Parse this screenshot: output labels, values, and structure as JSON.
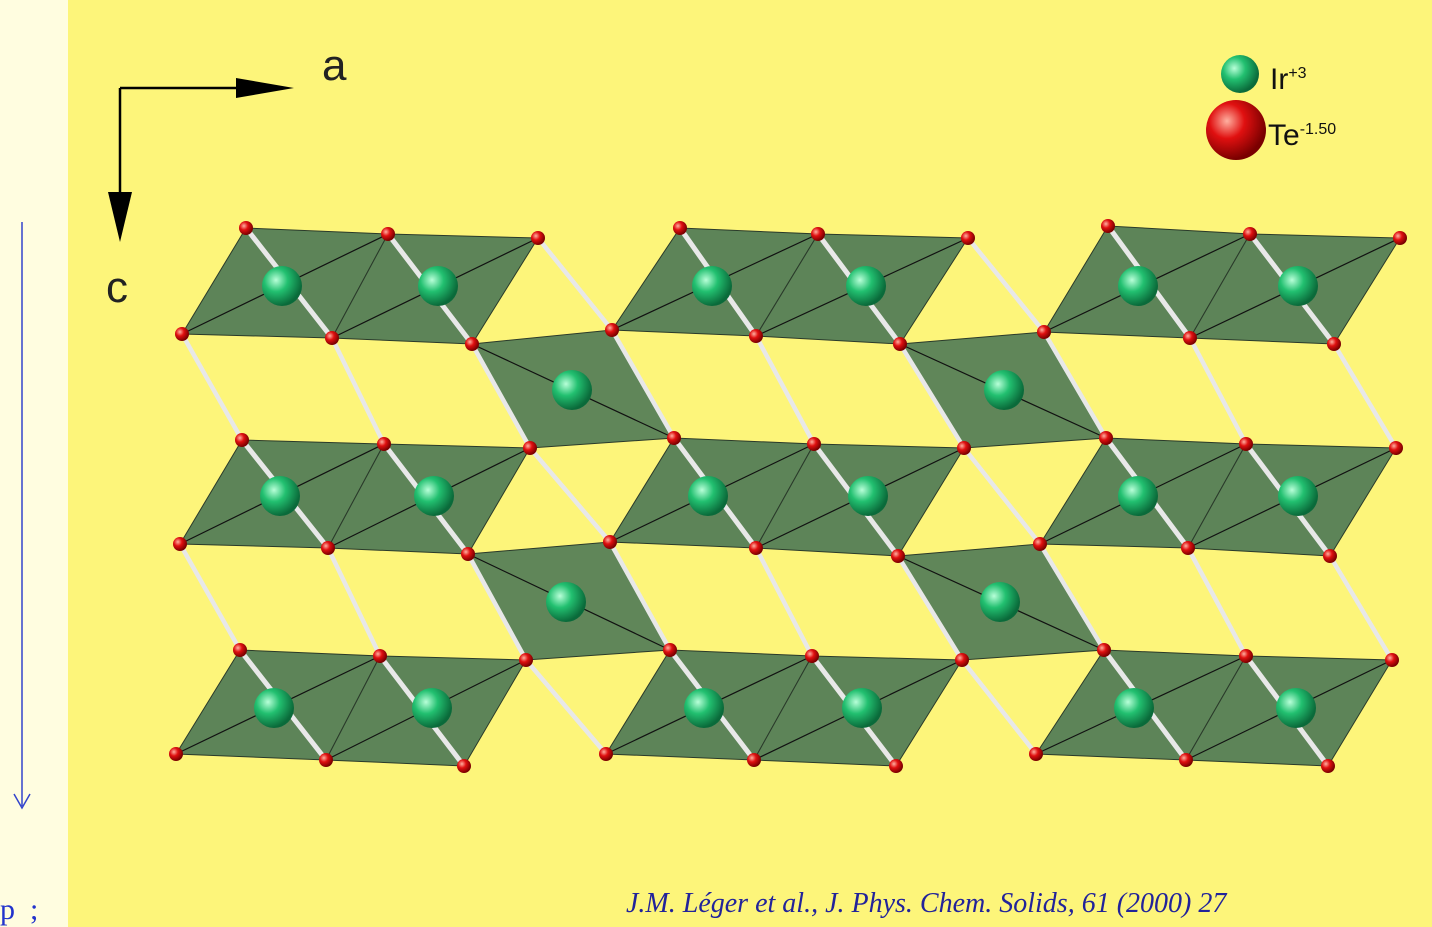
{
  "axes": {
    "horizontal": "a",
    "vertical": "c"
  },
  "legend": [
    {
      "element": "Ir",
      "charge": "+3",
      "color": "#22c070"
    },
    {
      "element": "Te",
      "charge": "-1.50",
      "color": "#e01010"
    }
  ],
  "citation": "J.M. Léger et al., J. Phys. Chem. Solids, 61 (2000) 27",
  "left_fragment": "p  ;",
  "colors": {
    "background": "#fdf57a",
    "polyhedron": "#4f7a55",
    "ir_atom": "#22c070",
    "te_atom": "#e01010",
    "bond": "#e8e8e8",
    "text_blue": "#22239a"
  }
}
